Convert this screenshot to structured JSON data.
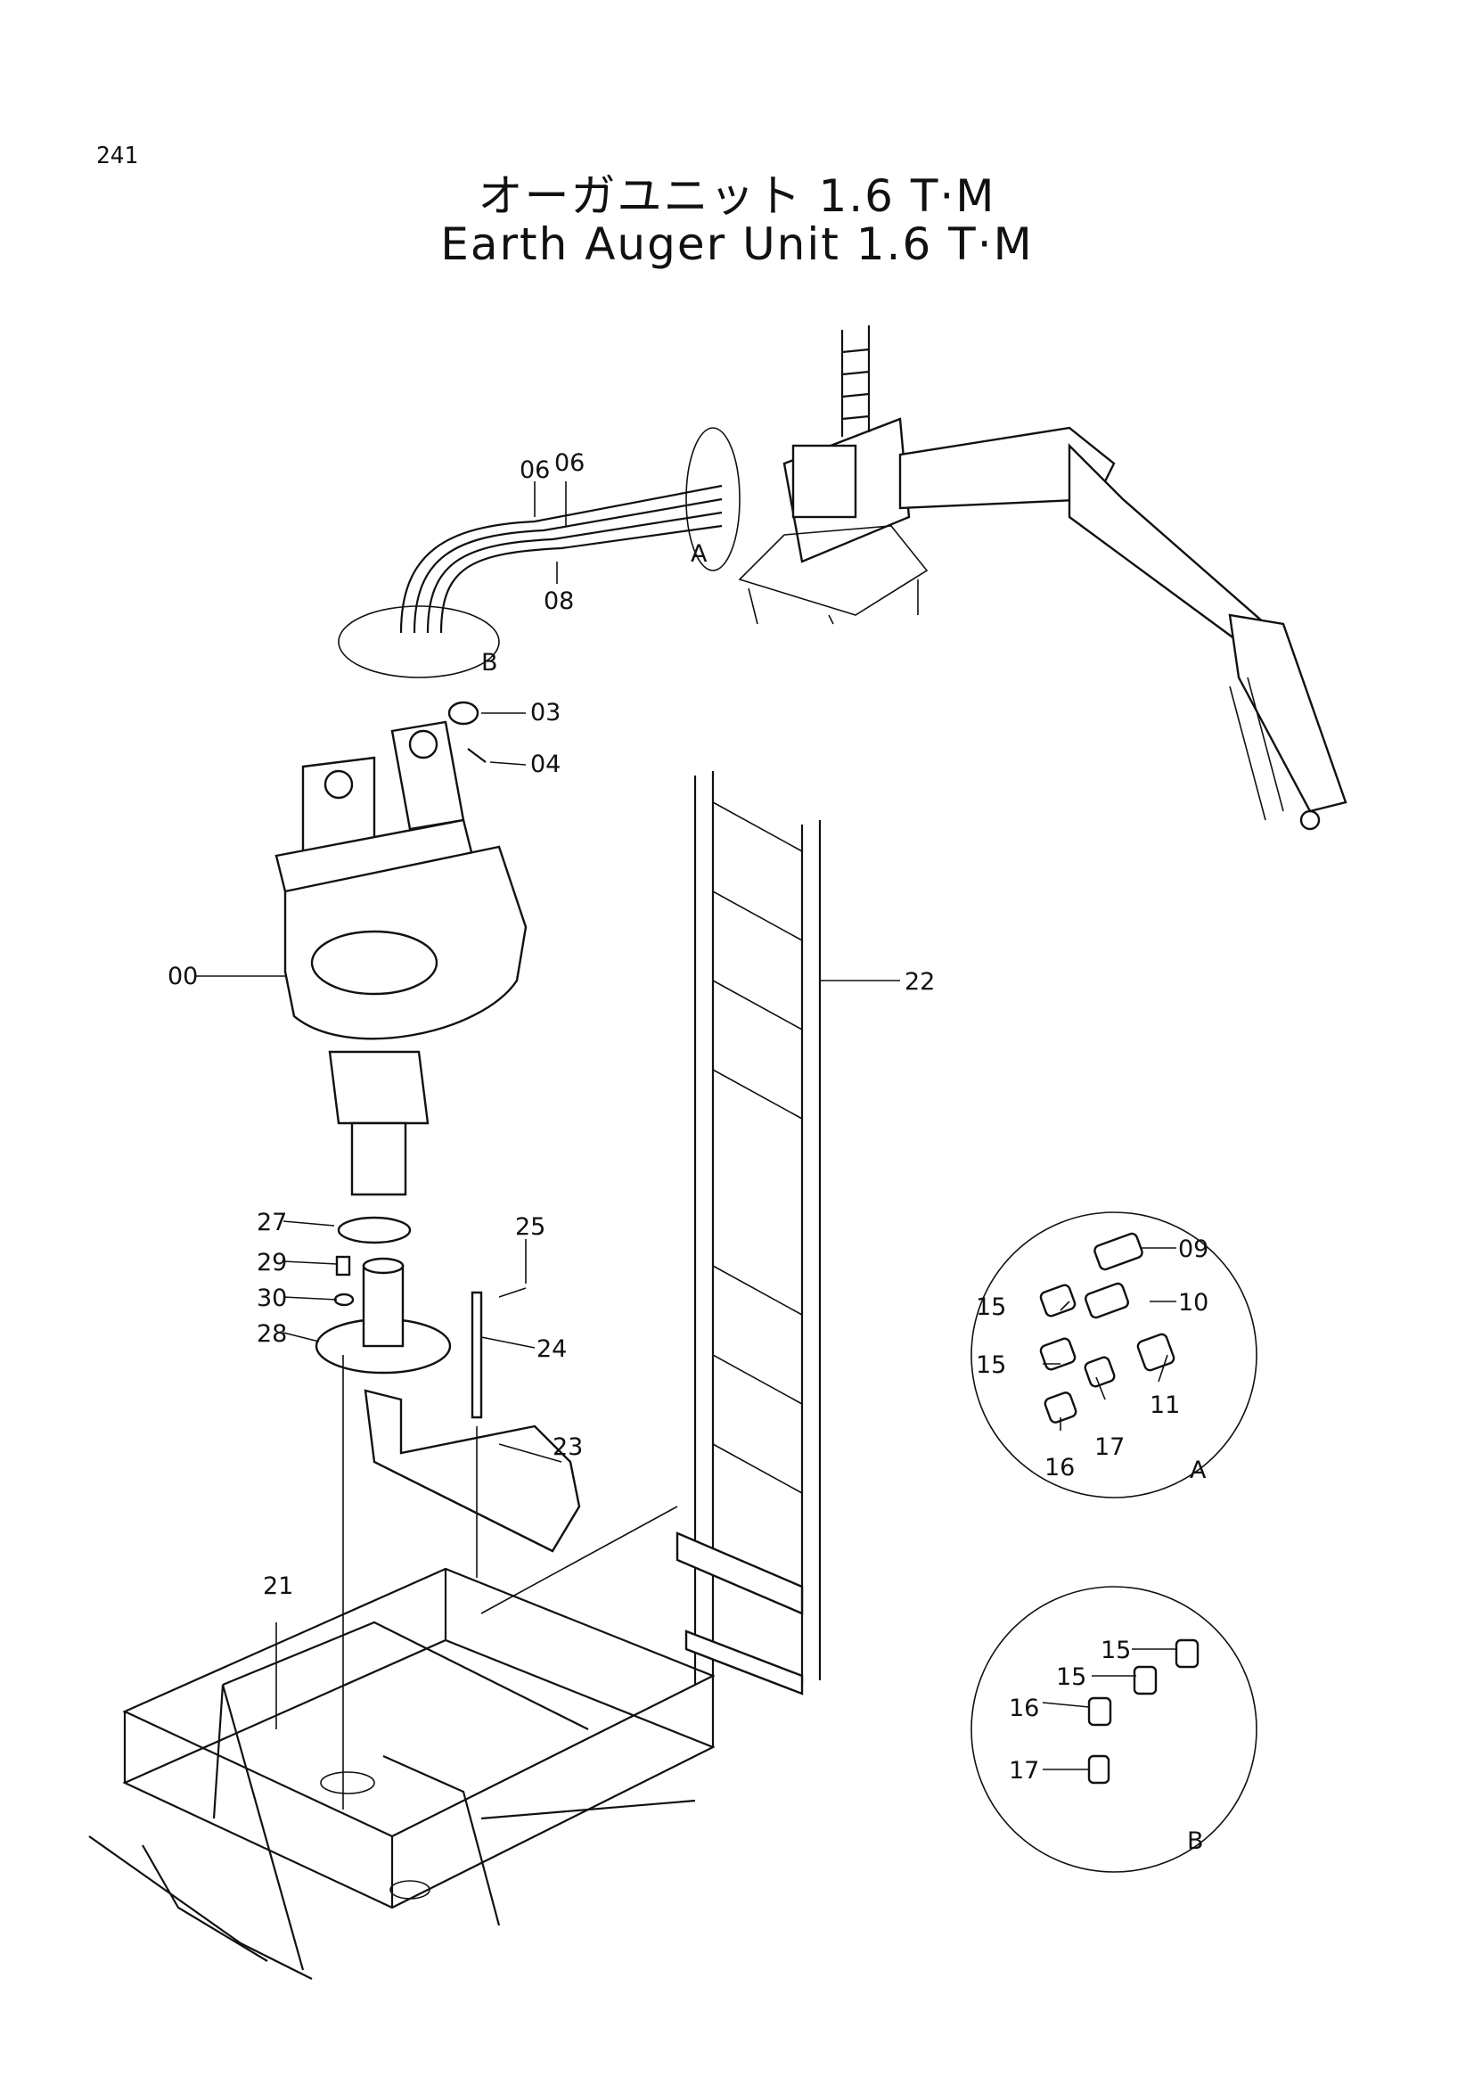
{
  "page_number": "241",
  "title_jp": "オーガユニット 1.6 T·M",
  "title_en": "Earth Auger Unit 1.6 T·M",
  "callouts": {
    "c00": "00",
    "c03": "03",
    "c04": "04",
    "c06a": "06",
    "c06b": "06",
    "c08": "08",
    "c09": "09",
    "c10": "10",
    "c11": "11",
    "c15a": "15",
    "c15b": "15",
    "c16a": "16",
    "c17a": "17",
    "c15c": "15",
    "c15d": "15",
    "c16b": "16",
    "c17b": "17",
    "c21": "21",
    "c22": "22",
    "c23": "23",
    "c24": "24",
    "c25": "25",
    "c27": "27",
    "c28": "28",
    "c29": "29",
    "c30": "30"
  },
  "detail_labels": {
    "detail_a": "A",
    "detail_b": "B",
    "ref_a": "A",
    "ref_b": "B"
  }
}
